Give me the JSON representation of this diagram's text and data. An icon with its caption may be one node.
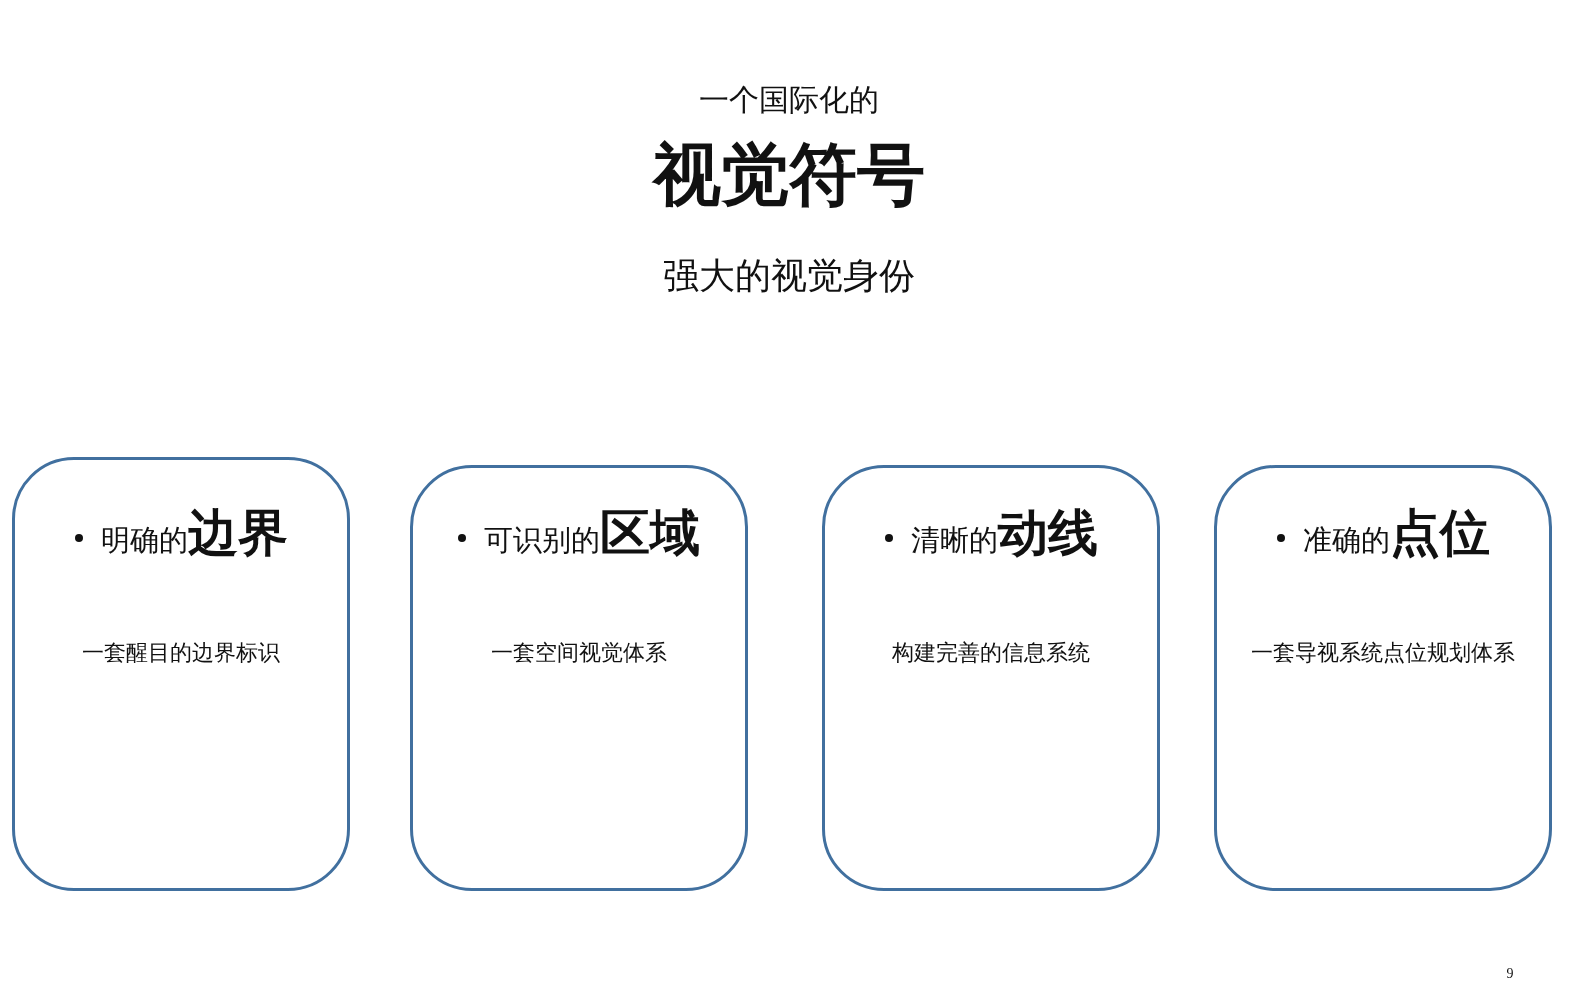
{
  "diagram": {
    "title": "视觉符号",
    "nodes": [
      {
        "text": [
          "明确的**边界**",
          "一套醒目的边界标识"
        ]
      },
      {
        "text": [
          "可识别的**区域**",
          "一套空间视觉体系"
        ]
      },
      {
        "text": [
          "清晰的**动线**",
          "构建完善的信息系统"
        ]
      },
      {
        "text": [
          "准确的**点位**",
          "一套导视系统点位规划体系"
        ]
      }
    ],
    "labels": [
      "一个国际化的",
      "强大的视觉身份",
      "9"
    ]
  }
}
